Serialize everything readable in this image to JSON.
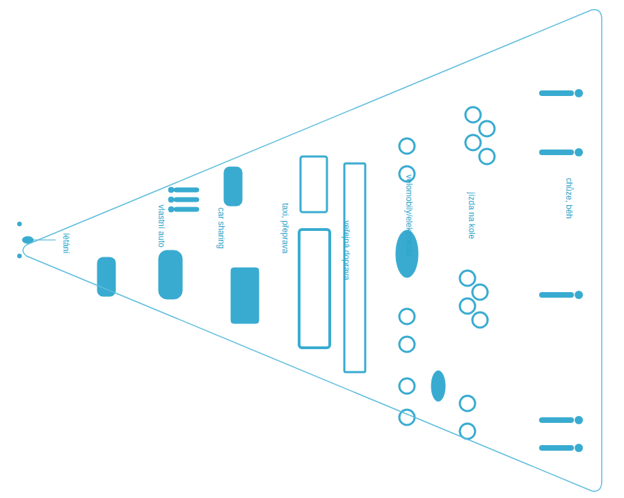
{
  "diagram": {
    "nodes": [
      {
        "text": [
          "létání",
          "vlastní auto",
          "car sharing",
          "taxi, přeprava",
          "veřejná doprava",
          "velomobily/elektrokola",
          "jízda na kole",
          "chůze, běh"
        ]
      }
    ]
  }
}
